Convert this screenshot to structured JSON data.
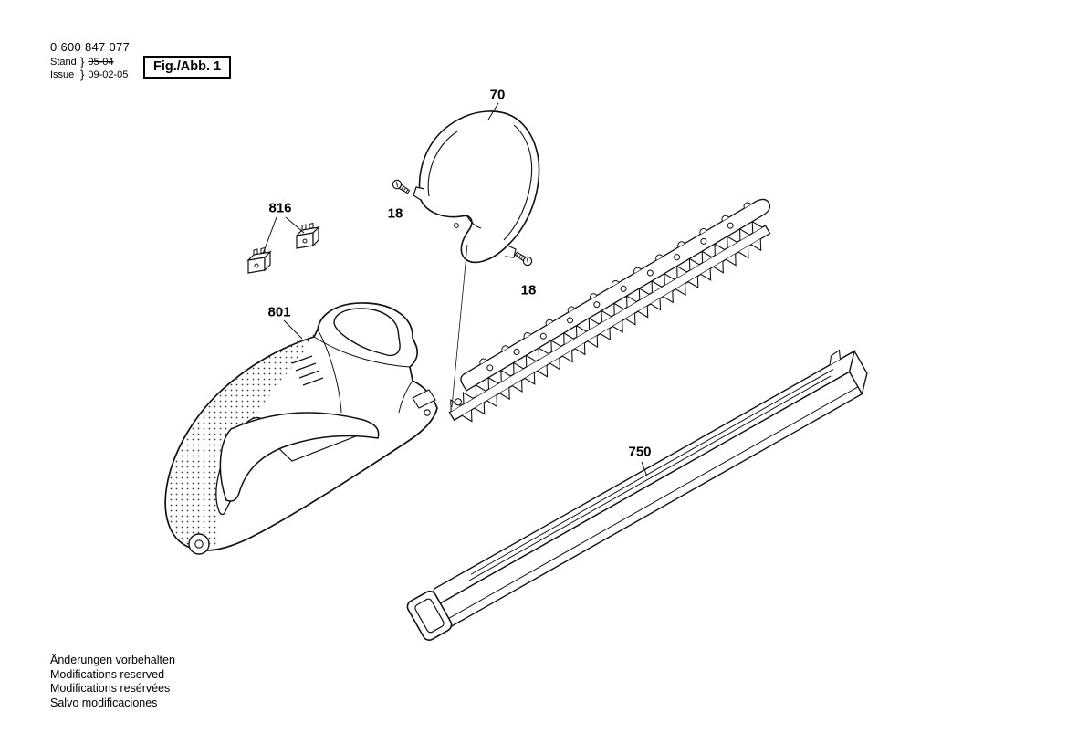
{
  "header": {
    "part_number": "0 600 847 077",
    "stand_label": "Stand",
    "stand_value": "05-04",
    "issue_label": "Issue",
    "issue_value": "09-02-05",
    "brace": "}",
    "figure_label": "Fig./Abb. 1"
  },
  "callouts": {
    "guard": "70",
    "screw_top": "18",
    "screw_bottom": "18",
    "switch": "816",
    "housing": "801",
    "blade_guard": "750"
  },
  "footer": {
    "line1": "Änderungen vorbehalten",
    "line2": "Modifications reserved",
    "line3": "Modifications resérvées",
    "line4": "Salvo modificaciones"
  }
}
